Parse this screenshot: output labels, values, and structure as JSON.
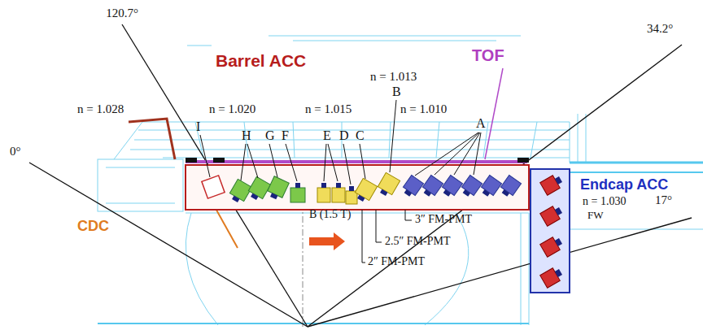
{
  "diagram": {
    "labels": [
      "120.7°",
      "Barrel ACC",
      "TOF",
      "n = 1.013",
      "34.2°",
      "B",
      "n = 1.028",
      "n = 1.020",
      "n = 1.015",
      "n = 1.010",
      "0°",
      "I",
      "H",
      "G",
      "F",
      "E",
      "D",
      "C",
      "A",
      "Endcap ACC",
      "CDC",
      "n = 1.030",
      "FW",
      "17°",
      "3″ FM-PMT",
      "B (1.5 T)",
      "2.5″ FM-PMT",
      "2″ FM-PMT"
    ]
  }
}
